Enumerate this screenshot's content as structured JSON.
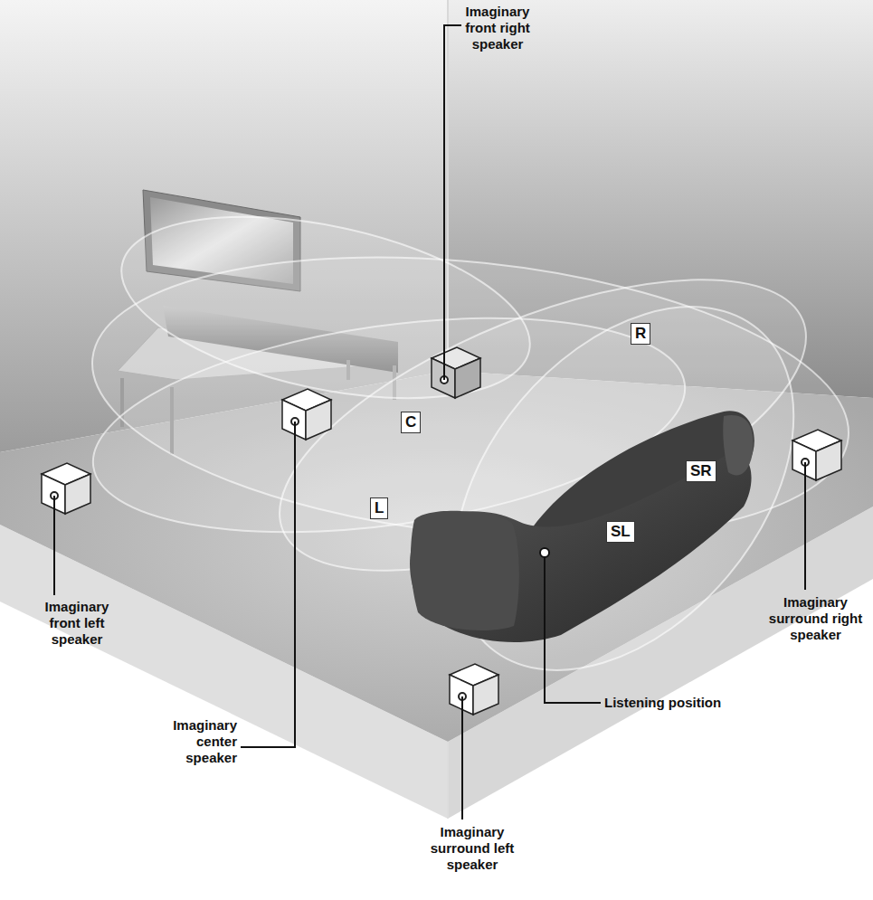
{
  "diagram": {
    "nodes": [
      {
        "text": [
          "R"
        ]
      },
      {
        "text": [
          "C"
        ]
      },
      {
        "text": [
          "L"
        ]
      },
      {
        "text": [
          "SR"
        ]
      },
      {
        "text": [
          "SL"
        ]
      }
    ],
    "labels": [
      "Imaginary front right speaker",
      "Imaginary front left speaker",
      "Imaginary surround right speaker",
      "Imaginary center speaker",
      "Listening position",
      "Imaginary surround left speaker"
    ]
  }
}
